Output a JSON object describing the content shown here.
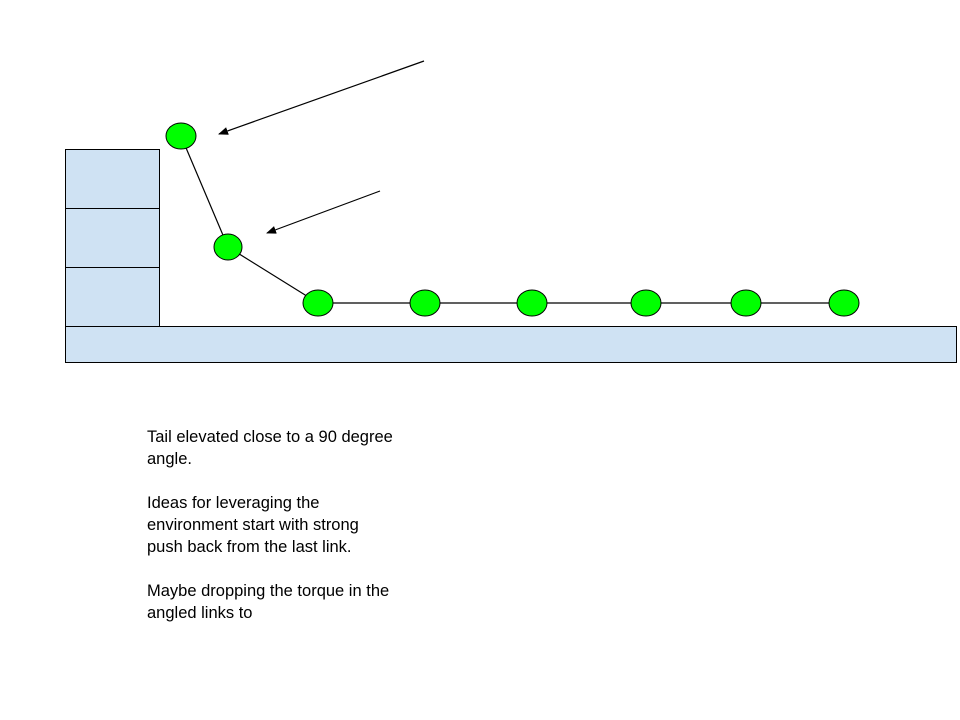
{
  "colors": {
    "block_fill": "#cfe2f3",
    "block_stroke": "#000000",
    "node_fill": "#00ff00",
    "node_stroke": "#000000",
    "line": "#000000",
    "background": "#ffffff"
  },
  "diagram": {
    "description_shapes": "robot snake chain on ground next to stacked blocks",
    "node_count": 8,
    "stack_block_count": 3,
    "arrow_count": 2
  },
  "notes": {
    "paragraph_1": "Tail elevated close to a 90 degree\nangle.",
    "paragraph_2": "Ideas for leveraging the\nenvironment start with strong\npush back from the last link.",
    "paragraph_3": "Maybe dropping the torque in the\nangled links to"
  }
}
